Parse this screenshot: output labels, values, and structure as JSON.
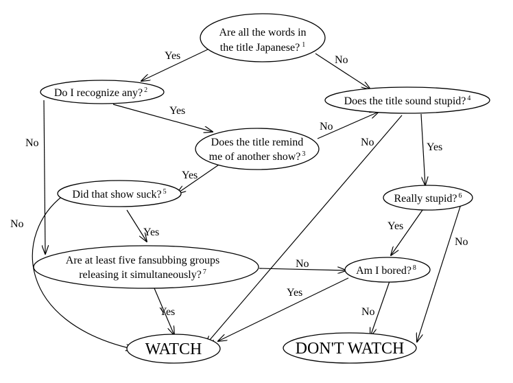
{
  "nodes": {
    "q1": {
      "line1": "Are all the words in",
      "line2": "the title Japanese?",
      "note": "1"
    },
    "q2": {
      "line1": "Do I recognize any?",
      "note": "2"
    },
    "q3": {
      "line1": "Does the title remind",
      "line2": "me of another show?",
      "note": "3"
    },
    "q4": {
      "line1": "Does the title sound stupid?",
      "note": "4"
    },
    "q5": {
      "line1": "Did that show suck?",
      "note": "5"
    },
    "q6": {
      "line1": "Really stupid?",
      "note": "6"
    },
    "q7": {
      "line1": "Are at least five fansubbing groups",
      "line2": "releasing it simultaneously?",
      "note": "7"
    },
    "q8": {
      "line1": "Am I bored?",
      "note": "8"
    },
    "watch": {
      "label": "WATCH"
    },
    "dont_watch": {
      "label": "DON'T WATCH"
    }
  },
  "edges": {
    "q1_q2": "Yes",
    "q1_q4": "No",
    "q2_q3": "Yes",
    "q2_q7": "No",
    "q3_q4": "No",
    "q3_q5": "Yes",
    "q4_watch": "No",
    "q4_q6": "Yes",
    "q5_watch": "No",
    "q5_q7": "Yes",
    "q6_q8": "Yes",
    "q6_dont": "No",
    "q7_q8": "No",
    "q7_watch": "Yes",
    "q8_watch": "Yes",
    "q8_dont": "No"
  }
}
